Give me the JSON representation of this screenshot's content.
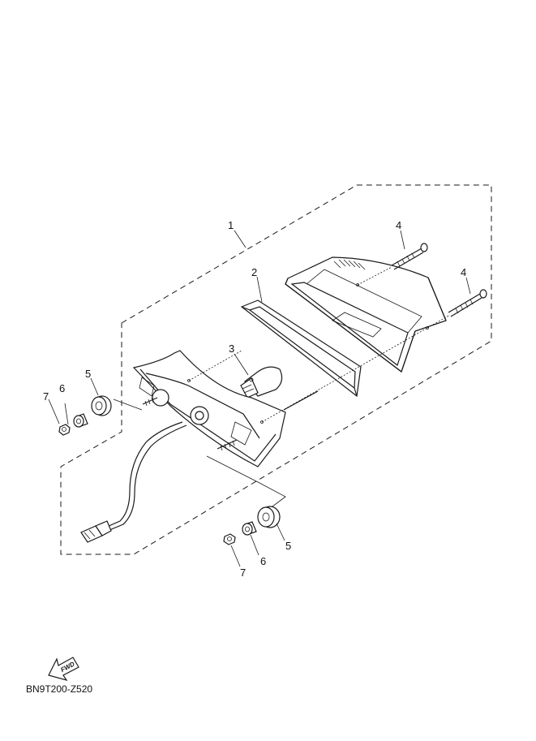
{
  "diagram": {
    "code": "BN9T200-Z520",
    "fwd_label": "FWD",
    "callouts": {
      "p1": "1",
      "p2": "2",
      "p3": "3",
      "p4a": "4",
      "p4b": "4",
      "p5a": "5",
      "p6a": "6",
      "p7a": "7",
      "p5b": "5",
      "p6b": "6",
      "p7b": "7"
    }
  }
}
